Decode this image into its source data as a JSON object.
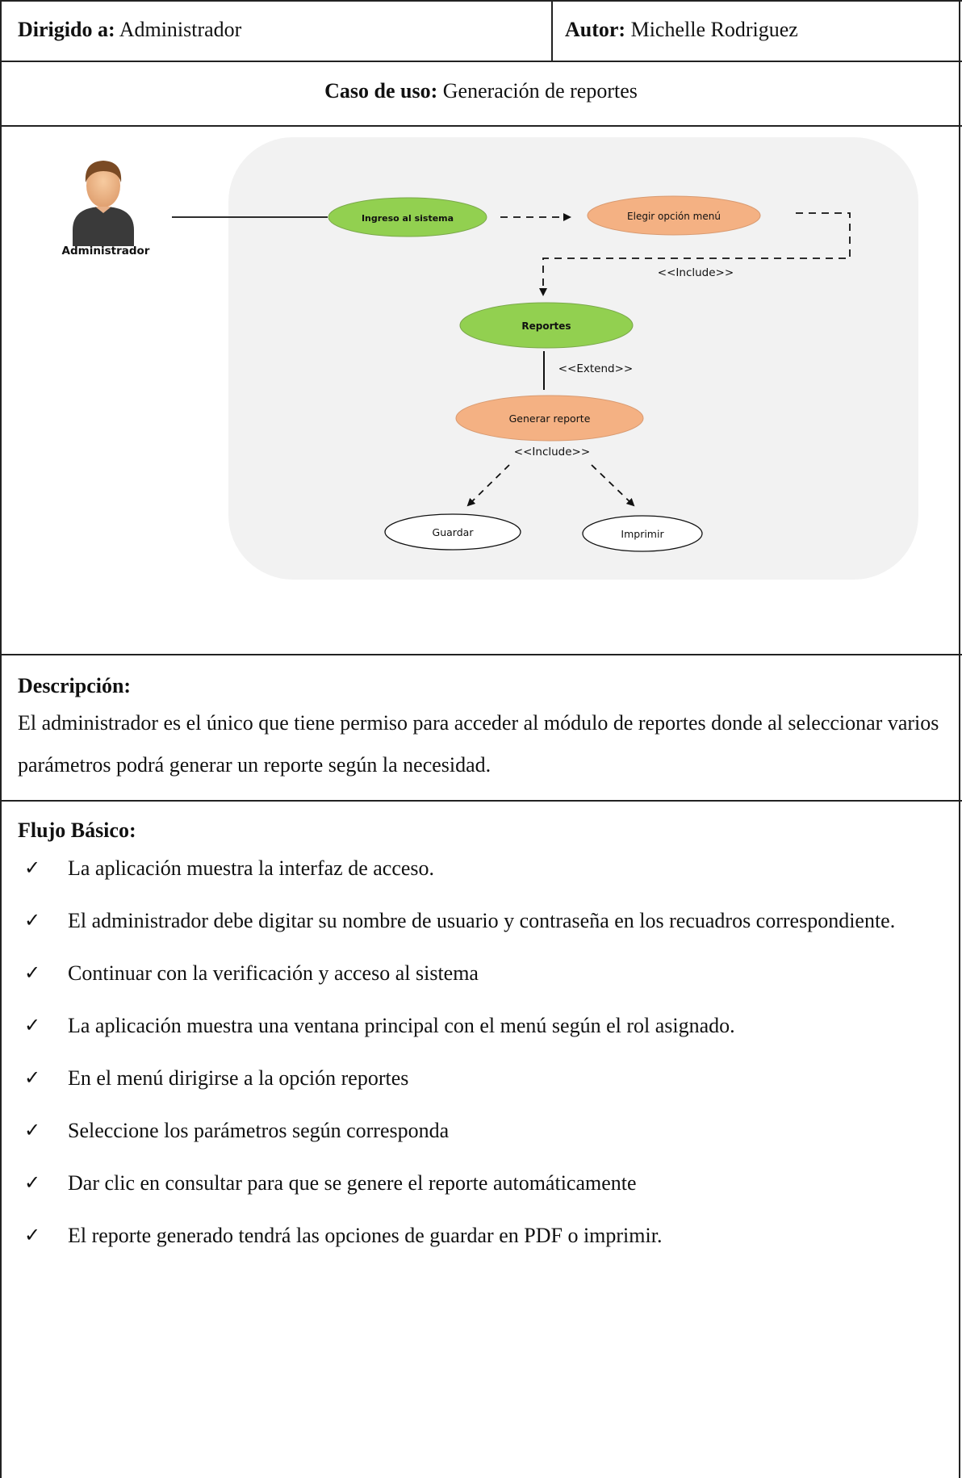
{
  "header": {
    "dirigido_label": "Dirigido a:",
    "dirigido_value": "Administrador",
    "autor_label": "Autor:",
    "autor_value": "Michelle Rodriguez",
    "caso_label": "Caso de uso:",
    "caso_value": "Generación de reportes"
  },
  "diagram": {
    "actor_label": "Administrador",
    "nodes": {
      "ingreso": "Ingreso al sistema",
      "elegir": "Elegir opción menú",
      "reportes": "Reportes",
      "generar": "Generar reporte",
      "guardar": "Guardar",
      "imprimir": "Imprimir"
    },
    "relations": {
      "include_1": "<<Include>>",
      "extend": "<<Extend>>",
      "include_2": "<<Include>>"
    },
    "colors": {
      "green": "#92d050",
      "orange": "#f4b183",
      "panel": "#f2f2f2"
    }
  },
  "description": {
    "title": "Descripción:",
    "text": "El administrador es el único que tiene permiso para acceder al módulo de reportes donde al seleccionar varios parámetros podrá generar un reporte según la necesidad."
  },
  "flow": {
    "title": "Flujo Básico:",
    "check_symbol": "✓",
    "items": [
      "La aplicación muestra la interfaz de acceso.",
      "El administrador debe digitar su nombre de usuario y contraseña en los recuadros correspondiente.",
      "Continuar con la verificación y acceso al sistema",
      "La aplicación muestra una ventana principal con el menú según el rol asignado.",
      "En el menú dirigirse a la opción reportes",
      "Seleccione los parámetros según corresponda",
      "Dar clic en consultar para que se genere el reporte automáticamente",
      "El reporte generado tendrá las opciones de guardar en PDF o imprimir."
    ]
  }
}
